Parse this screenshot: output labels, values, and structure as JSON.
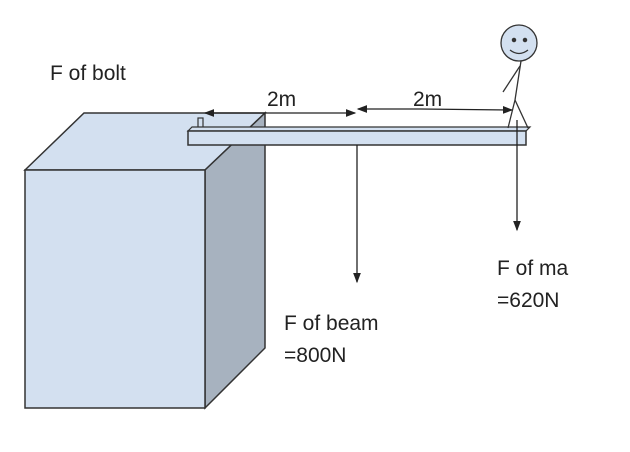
{
  "labels": {
    "bolt_force": "F of bolt",
    "distance_left": "2m",
    "distance_right": "2m",
    "man_force": "F of ma",
    "man_force_value": "=620N",
    "beam_force": "F of beam",
    "beam_force_value": "=800N"
  },
  "colors": {
    "box_front": "#d3e0f0",
    "box_side": "#a7b2bf",
    "beam": "#d3e0f0",
    "stroke": "#333333"
  }
}
